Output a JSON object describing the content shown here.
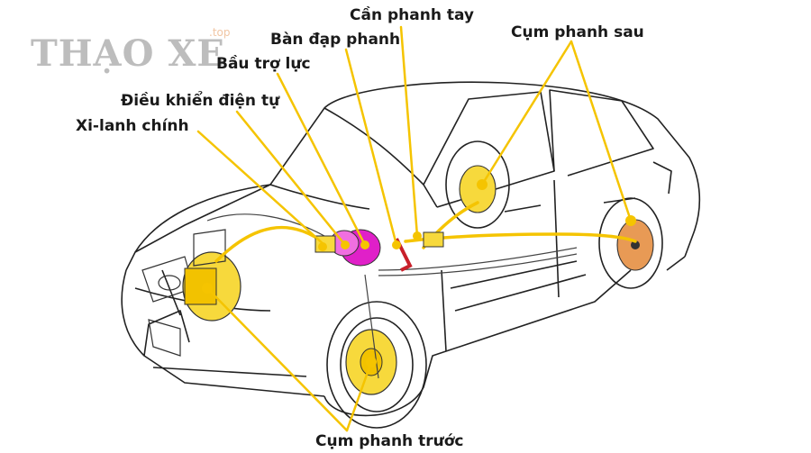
{
  "watermark": {
    "brand": "THẠO XE",
    "suffix": ".top"
  },
  "labels": {
    "parking_brake_lever": "Cần phanh tay",
    "brake_pedal": "Bàn đạp phanh",
    "brake_booster": "Bầu trợ lực",
    "electronic_control": "Điều khiển điện tự",
    "master_cylinder": "Xi-lanh chính",
    "rear_brake_assembly": "Cụm phanh sau",
    "front_brake_assembly": "Cụm phanh trước"
  },
  "colors": {
    "callout_line": "#f5c400",
    "brake_line": "#f5c400",
    "booster": "#e020c8",
    "car_outline": "#222222",
    "rear_disc": "#e89a55"
  }
}
